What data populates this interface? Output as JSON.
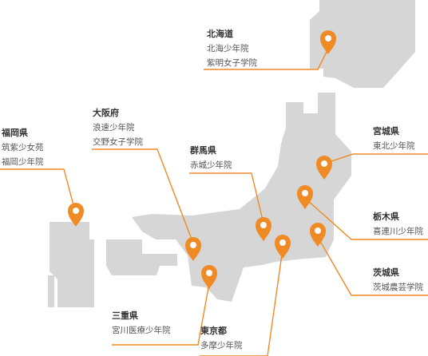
{
  "colors": {
    "land": "#d6d6d6",
    "accent": "#f08a24",
    "text": "#333333"
  },
  "markers": {
    "icon": "map-pin-icon",
    "hokkaido": {
      "prefecture": "北海道",
      "institutions": [
        "北海少年院",
        "紫明女子学院"
      ]
    },
    "fukuoka": {
      "prefecture": "福岡県",
      "institutions": [
        "筑紫少女苑",
        "福岡少年院"
      ]
    },
    "osaka": {
      "prefecture": "大阪府",
      "institutions": [
        "浪速少年院",
        "交野女子学院"
      ]
    },
    "miyagi": {
      "prefecture": "宮城県",
      "institutions": [
        "東北少年院"
      ]
    },
    "gunma": {
      "prefecture": "群馬県",
      "institutions": [
        "赤城少年院"
      ]
    },
    "tochigi": {
      "prefecture": "栃木県",
      "institutions": [
        "喜連川少年院"
      ]
    },
    "ibaraki": {
      "prefecture": "茨城県",
      "institutions": [
        "茨城農芸学院"
      ]
    },
    "mie": {
      "prefecture": "三重県",
      "institutions": [
        "宮川医療少年院"
      ]
    },
    "tokyo": {
      "prefecture": "東京都",
      "institutions": [
        "多摩少年院"
      ]
    }
  }
}
